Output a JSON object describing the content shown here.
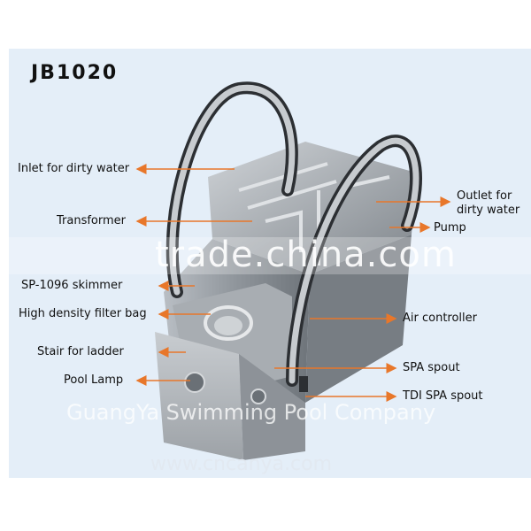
{
  "model": "JB1020",
  "labels_left": [
    {
      "key": "inlet",
      "text": "Inlet for dirty water"
    },
    {
      "key": "transformer",
      "text": "Transformer"
    },
    {
      "key": "skimmer",
      "text": "SP-1096 skimmer"
    },
    {
      "key": "filter_bag",
      "text": "High density filter bag"
    },
    {
      "key": "stair",
      "text": "Stair for ladder"
    },
    {
      "key": "pool_lamp",
      "text": "Pool Lamp"
    }
  ],
  "labels_right": [
    {
      "key": "outlet",
      "line1": "Outlet for",
      "line2": "dirty water"
    },
    {
      "key": "pump",
      "text": "Pump"
    },
    {
      "key": "air_controller",
      "text": "Air controller"
    },
    {
      "key": "spa_spout",
      "text": "SPA spout"
    },
    {
      "key": "tdi_spa_spout",
      "text": "TDI SPA spout"
    }
  ],
  "watermarks": {
    "main": "trade.china.com",
    "company": "GuangYa Swimming Pool Company",
    "url": "www.cncanya.com"
  },
  "colors": {
    "panel": "#e4eef8",
    "arrow": "#e8772a",
    "machine": "#9aa0a6"
  }
}
